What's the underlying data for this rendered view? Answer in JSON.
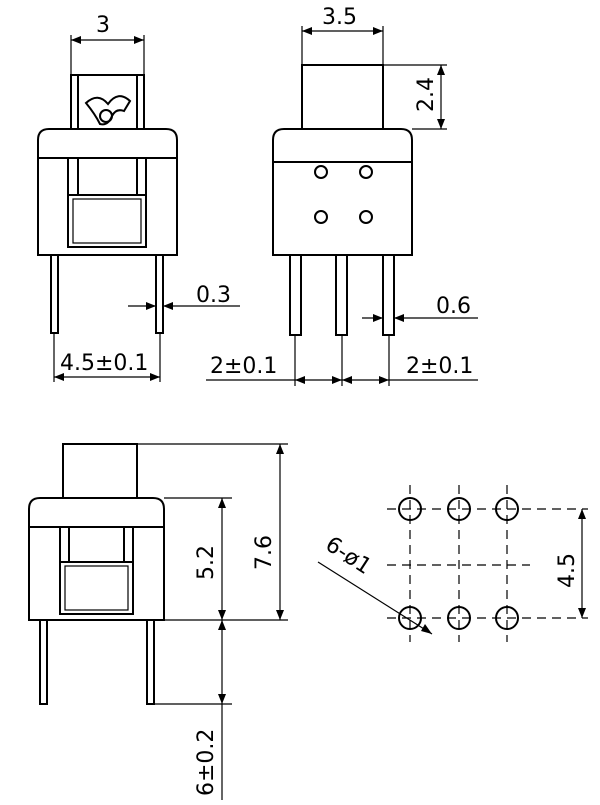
{
  "front_view": {
    "top_width": "3",
    "pin_spacing": "4.5±0.1",
    "pin_thickness": "0.3"
  },
  "side_view": {
    "top_width": "3.5",
    "top_height": "2.4",
    "pin_width": "0.6",
    "left_pitch": "2±0.1",
    "right_pitch": "2±0.1"
  },
  "lower_view": {
    "body_height": "5.2",
    "total_height": "7.6",
    "pin_length": "6±0.2"
  },
  "pcb_layout": {
    "hole_spec": "6-ø1",
    "row_spacing": "4.5"
  }
}
